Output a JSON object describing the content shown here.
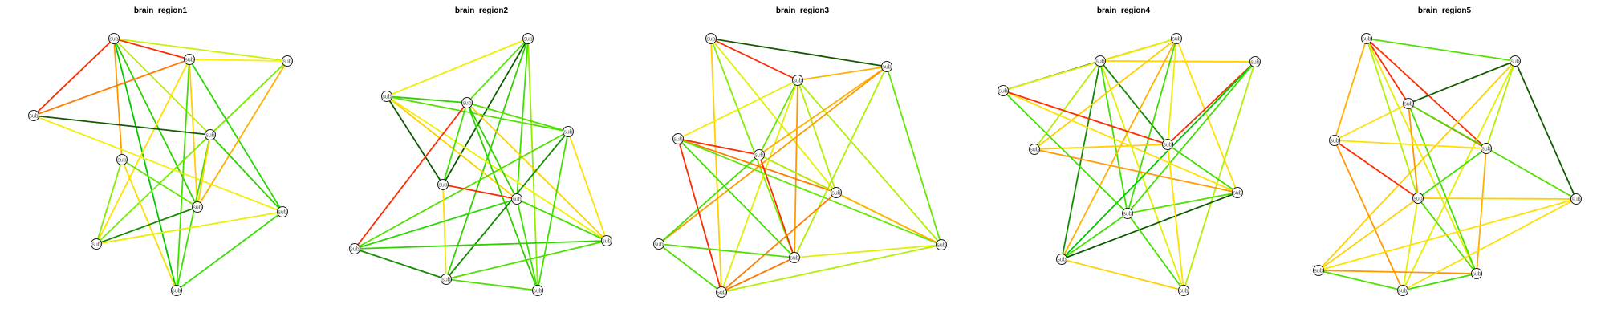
{
  "figure": {
    "panels": [
      {
        "title": "brain_region1",
        "nodes": [
          {
            "id": "A",
            "label": "sub"
          },
          {
            "id": "B",
            "label": "sub"
          },
          {
            "id": "C",
            "label": "sub"
          },
          {
            "id": "D",
            "label": "sub"
          },
          {
            "id": "E",
            "label": "sub"
          },
          {
            "id": "F",
            "label": "sub"
          },
          {
            "id": "G",
            "label": "sub"
          },
          {
            "id": "H",
            "label": "sub"
          },
          {
            "id": "I",
            "label": "sub"
          },
          {
            "id": "J",
            "label": "sub"
          }
        ],
        "edges": [
          {
            "s": "A",
            "t": "B",
            "color": "#ff2a00"
          },
          {
            "s": "A",
            "t": "D",
            "color": "#ff2a00"
          },
          {
            "s": "A",
            "t": "C",
            "color": "#c8f000"
          },
          {
            "s": "A",
            "t": "E",
            "color": "#b8f000"
          },
          {
            "s": "A",
            "t": "F",
            "color": "#ff9900"
          },
          {
            "s": "A",
            "t": "J",
            "color": "#00c800"
          },
          {
            "s": "A",
            "t": "H",
            "color": "#30d000"
          },
          {
            "s": "B",
            "t": "D",
            "color": "#ff7a00"
          },
          {
            "s": "B",
            "t": "C",
            "color": "#ffee00"
          },
          {
            "s": "B",
            "t": "I",
            "color": "#ffe000"
          },
          {
            "s": "B",
            "t": "H",
            "color": "#ffd000"
          },
          {
            "s": "B",
            "t": "G",
            "color": "#28d800"
          },
          {
            "s": "B",
            "t": "J",
            "color": "#40e000"
          },
          {
            "s": "C",
            "t": "E",
            "color": "#e0f000"
          },
          {
            "s": "C",
            "t": "H",
            "color": "#ffb000"
          },
          {
            "s": "C",
            "t": "I",
            "color": "#70f000"
          },
          {
            "s": "D",
            "t": "E",
            "color": "#145a00"
          },
          {
            "s": "D",
            "t": "G",
            "color": "#f0f000"
          },
          {
            "s": "F",
            "t": "I",
            "color": "#80ee00"
          },
          {
            "s": "F",
            "t": "H",
            "color": "#60e800"
          },
          {
            "s": "F",
            "t": "J",
            "color": "#f8e000"
          },
          {
            "s": "E",
            "t": "G",
            "color": "#30d000"
          },
          {
            "s": "E",
            "t": "J",
            "color": "#40e000"
          },
          {
            "s": "E",
            "t": "H",
            "color": "#ffd000"
          },
          {
            "s": "H",
            "t": "I",
            "color": "#138b00"
          },
          {
            "s": "G",
            "t": "I",
            "color": "#e8f000"
          },
          {
            "s": "G",
            "t": "J",
            "color": "#38e000"
          }
        ]
      },
      {
        "title": "brain_region2",
        "nodes": [
          {
            "id": "A",
            "label": "sub"
          },
          {
            "id": "B",
            "label": "sub"
          },
          {
            "id": "C",
            "label": "sub"
          },
          {
            "id": "D",
            "label": "sub"
          },
          {
            "id": "E",
            "label": "sub"
          },
          {
            "id": "F",
            "label": "sub"
          },
          {
            "id": "G",
            "label": "sub"
          },
          {
            "id": "H",
            "label": "sub"
          },
          {
            "id": "I",
            "label": "sub"
          },
          {
            "id": "J",
            "label": "sub"
          }
        ],
        "edges": [
          {
            "s": "A",
            "t": "B",
            "color": "#ecf000"
          },
          {
            "s": "A",
            "t": "C",
            "color": "#50e800"
          },
          {
            "s": "A",
            "t": "E",
            "color": "#0c5a00"
          },
          {
            "s": "A",
            "t": "I",
            "color": "#30d000"
          },
          {
            "s": "A",
            "t": "J",
            "color": "#90ee00"
          },
          {
            "s": "A",
            "t": "F",
            "color": "#40e000"
          },
          {
            "s": "B",
            "t": "C",
            "color": "#30d000"
          },
          {
            "s": "B",
            "t": "D",
            "color": "#50e000"
          },
          {
            "s": "B",
            "t": "E",
            "color": "#0c5a00"
          },
          {
            "s": "B",
            "t": "F",
            "color": "#ffd000"
          },
          {
            "s": "B",
            "t": "G",
            "color": "#f0f000"
          },
          {
            "s": "C",
            "t": "D",
            "color": "#50e000"
          },
          {
            "s": "C",
            "t": "F",
            "color": "#30d000"
          },
          {
            "s": "C",
            "t": "G",
            "color": "#ffd000"
          },
          {
            "s": "C",
            "t": "H",
            "color": "#ff2a00"
          },
          {
            "s": "C",
            "t": "J",
            "color": "#30d000"
          },
          {
            "s": "C",
            "t": "E",
            "color": "#40e000"
          },
          {
            "s": "D",
            "t": "G",
            "color": "#ffe000"
          },
          {
            "s": "D",
            "t": "H",
            "color": "#50e000"
          },
          {
            "s": "D",
            "t": "I",
            "color": "#138b00"
          },
          {
            "s": "D",
            "t": "J",
            "color": "#40e000"
          },
          {
            "s": "E",
            "t": "I",
            "color": "#ffe000"
          },
          {
            "s": "E",
            "t": "F",
            "color": "#ff2a00"
          },
          {
            "s": "F",
            "t": "G",
            "color": "#40e000"
          },
          {
            "s": "F",
            "t": "H",
            "color": "#28d800"
          },
          {
            "s": "F",
            "t": "J",
            "color": "#40e000"
          },
          {
            "s": "G",
            "t": "H",
            "color": "#30d000"
          },
          {
            "s": "G",
            "t": "I",
            "color": "#50e000"
          },
          {
            "s": "H",
            "t": "I",
            "color": "#138b00"
          },
          {
            "s": "I",
            "t": "J",
            "color": "#50e000"
          }
        ]
      },
      {
        "title": "brain_region3",
        "nodes": [
          {
            "id": "A",
            "label": "sub"
          },
          {
            "id": "B",
            "label": "sub"
          },
          {
            "id": "C",
            "label": "sub"
          },
          {
            "id": "D",
            "label": "sub"
          },
          {
            "id": "E",
            "label": "sub"
          },
          {
            "id": "F",
            "label": "sub"
          },
          {
            "id": "G",
            "label": "sub"
          },
          {
            "id": "H",
            "label": "sub"
          },
          {
            "id": "I",
            "label": "sub"
          },
          {
            "id": "J",
            "label": "sub"
          }
        ],
        "edges": [
          {
            "s": "A",
            "t": "C",
            "color": "#145a00"
          },
          {
            "s": "A",
            "t": "B",
            "color": "#ff2a00"
          },
          {
            "s": "A",
            "t": "H",
            "color": "#80ee00"
          },
          {
            "s": "A",
            "t": "J",
            "color": "#ffd000"
          },
          {
            "s": "A",
            "t": "F",
            "color": "#e0f000"
          },
          {
            "s": "B",
            "t": "C",
            "color": "#ffb000"
          },
          {
            "s": "B",
            "t": "D",
            "color": "#ecf000"
          },
          {
            "s": "B",
            "t": "E",
            "color": "#60e800"
          },
          {
            "s": "B",
            "t": "G",
            "color": "#b0f000"
          },
          {
            "s": "B",
            "t": "J",
            "color": "#e0f000"
          },
          {
            "s": "B",
            "t": "H",
            "color": "#ff9900"
          },
          {
            "s": "B",
            "t": "F",
            "color": "#b0f000"
          },
          {
            "s": "C",
            "t": "E",
            "color": "#ffb000"
          },
          {
            "s": "C",
            "t": "G",
            "color": "#60e800"
          },
          {
            "s": "C",
            "t": "H",
            "color": "#b0f000"
          },
          {
            "s": "C",
            "t": "I",
            "color": "#ff9900"
          },
          {
            "s": "D",
            "t": "E",
            "color": "#ff2a00"
          },
          {
            "s": "D",
            "t": "F",
            "color": "#ff7a00"
          },
          {
            "s": "D",
            "t": "J",
            "color": "#ff2a00"
          },
          {
            "s": "D",
            "t": "G",
            "color": "#60e800"
          },
          {
            "s": "D",
            "t": "H",
            "color": "#40e000"
          },
          {
            "s": "E",
            "t": "F",
            "color": "#ff7a00"
          },
          {
            "s": "E",
            "t": "G",
            "color": "#b0f000"
          },
          {
            "s": "E",
            "t": "H",
            "color": "#ff2a00"
          },
          {
            "s": "E",
            "t": "I",
            "color": "#40e000"
          },
          {
            "s": "F",
            "t": "J",
            "color": "#ff7a00"
          },
          {
            "s": "F",
            "t": "G",
            "color": "#ffb000"
          },
          {
            "s": "G",
            "t": "H",
            "color": "#e0f000"
          },
          {
            "s": "G",
            "t": "J",
            "color": "#b0f000"
          },
          {
            "s": "H",
            "t": "J",
            "color": "#ff7a00"
          },
          {
            "s": "H",
            "t": "I",
            "color": "#50e000"
          },
          {
            "s": "J",
            "t": "I",
            "color": "#50e000"
          }
        ]
      },
      {
        "title": "brain_region4",
        "nodes": [
          {
            "id": "A",
            "label": "sub"
          },
          {
            "id": "B",
            "label": "sub"
          },
          {
            "id": "C",
            "label": "sub"
          },
          {
            "id": "D",
            "label": "sub"
          },
          {
            "id": "E",
            "label": "sub"
          },
          {
            "id": "F",
            "label": "sub"
          },
          {
            "id": "G",
            "label": "sub"
          },
          {
            "id": "H",
            "label": "sub"
          },
          {
            "id": "I",
            "label": "sub"
          },
          {
            "id": "J",
            "label": "sub"
          }
        ],
        "edges": [
          {
            "s": "A",
            "t": "B",
            "color": "#ffb000"
          },
          {
            "s": "A",
            "t": "C",
            "color": "#ffd000"
          },
          {
            "s": "A",
            "t": "D",
            "color": "#0c5a00"
          },
          {
            "s": "A",
            "t": "E",
            "color": "#138b00"
          },
          {
            "s": "A",
            "t": "F",
            "color": "#b0f000"
          },
          {
            "s": "A",
            "t": "I",
            "color": "#138b00"
          },
          {
            "s": "A",
            "t": "H",
            "color": "#40e000"
          },
          {
            "s": "A",
            "t": "J",
            "color": "#e0f000"
          },
          {
            "s": "B",
            "t": "F",
            "color": "#ffd000"
          },
          {
            "s": "B",
            "t": "I",
            "color": "#ffb000"
          },
          {
            "s": "B",
            "t": "D",
            "color": "#e0f000"
          },
          {
            "s": "B",
            "t": "E",
            "color": "#ecf000"
          },
          {
            "s": "B",
            "t": "H",
            "color": "#40e000"
          },
          {
            "s": "B",
            "t": "G",
            "color": "#ffe000"
          },
          {
            "s": "C",
            "t": "J",
            "color": "#b0f000"
          },
          {
            "s": "C",
            "t": "E",
            "color": "#ff2a00"
          },
          {
            "s": "C",
            "t": "I",
            "color": "#00c800"
          },
          {
            "s": "C",
            "t": "H",
            "color": "#40e000"
          },
          {
            "s": "F",
            "t": "E",
            "color": "#ffd000"
          },
          {
            "s": "F",
            "t": "G",
            "color": "#ff9900"
          },
          {
            "s": "G",
            "t": "I",
            "color": "#0c5a00"
          },
          {
            "s": "G",
            "t": "H",
            "color": "#50e000"
          },
          {
            "s": "G",
            "t": "D",
            "color": "#ffe000"
          },
          {
            "s": "G",
            "t": "E",
            "color": "#40e000"
          },
          {
            "s": "D",
            "t": "H",
            "color": "#40e000"
          },
          {
            "s": "I",
            "t": "H",
            "color": "#40e000"
          },
          {
            "s": "I",
            "t": "J",
            "color": "#ffd000"
          },
          {
            "s": "J",
            "t": "E",
            "color": "#ffe000"
          },
          {
            "s": "J",
            "t": "H",
            "color": "#40e000"
          },
          {
            "s": "D",
            "t": "E",
            "color": "#ff2a00"
          }
        ]
      },
      {
        "title": "brain_region5",
        "nodes": [
          {
            "id": "A",
            "label": "sub"
          },
          {
            "id": "B",
            "label": "sub"
          },
          {
            "id": "C",
            "label": "sub"
          },
          {
            "id": "D",
            "label": "sub"
          },
          {
            "id": "E",
            "label": "sub"
          },
          {
            "id": "F",
            "label": "sub"
          },
          {
            "id": "G",
            "label": "sub"
          },
          {
            "id": "H",
            "label": "sub"
          },
          {
            "id": "I",
            "label": "sub"
          },
          {
            "id": "J",
            "label": "sub"
          }
        ],
        "edges": [
          {
            "s": "A",
            "t": "B",
            "color": "#50e000"
          },
          {
            "s": "A",
            "t": "C",
            "color": "#ff2a00"
          },
          {
            "s": "A",
            "t": "D",
            "color": "#ffb000"
          },
          {
            "s": "A",
            "t": "E",
            "color": "#ff2a00"
          },
          {
            "s": "A",
            "t": "F",
            "color": "#b0f000"
          },
          {
            "s": "A",
            "t": "H",
            "color": "#e0f000"
          },
          {
            "s": "B",
            "t": "C",
            "color": "#145a00"
          },
          {
            "s": "B",
            "t": "E",
            "color": "#b0f000"
          },
          {
            "s": "B",
            "t": "G",
            "color": "#145a00"
          },
          {
            "s": "B",
            "t": "I",
            "color": "#ffd000"
          },
          {
            "s": "B",
            "t": "J",
            "color": "#e0f000"
          },
          {
            "s": "C",
            "t": "D",
            "color": "#ffe000"
          },
          {
            "s": "C",
            "t": "E",
            "color": "#ff2a00"
          },
          {
            "s": "C",
            "t": "G",
            "color": "#50e000"
          },
          {
            "s": "C",
            "t": "F",
            "color": "#ff9900"
          },
          {
            "s": "C",
            "t": "H",
            "color": "#40e000"
          },
          {
            "s": "D",
            "t": "E",
            "color": "#ffe000"
          },
          {
            "s": "D",
            "t": "F",
            "color": "#ff2a00"
          },
          {
            "s": "D",
            "t": "J",
            "color": "#ff9900"
          },
          {
            "s": "E",
            "t": "F",
            "color": "#40e000"
          },
          {
            "s": "E",
            "t": "H",
            "color": "#ffb000"
          },
          {
            "s": "F",
            "t": "G",
            "color": "#ffd000"
          },
          {
            "s": "F",
            "t": "H",
            "color": "#50e000"
          },
          {
            "s": "F",
            "t": "I",
            "color": "#ffd000"
          },
          {
            "s": "F",
            "t": "J",
            "color": "#e0f000"
          },
          {
            "s": "G",
            "t": "I",
            "color": "#ffe000"
          },
          {
            "s": "H",
            "t": "I",
            "color": "#ff9900"
          },
          {
            "s": "H",
            "t": "J",
            "color": "#40e000"
          },
          {
            "s": "I",
            "t": "J",
            "color": "#50e000"
          },
          {
            "s": "G",
            "t": "J",
            "color": "#ffe000"
          }
        ]
      }
    ]
  }
}
